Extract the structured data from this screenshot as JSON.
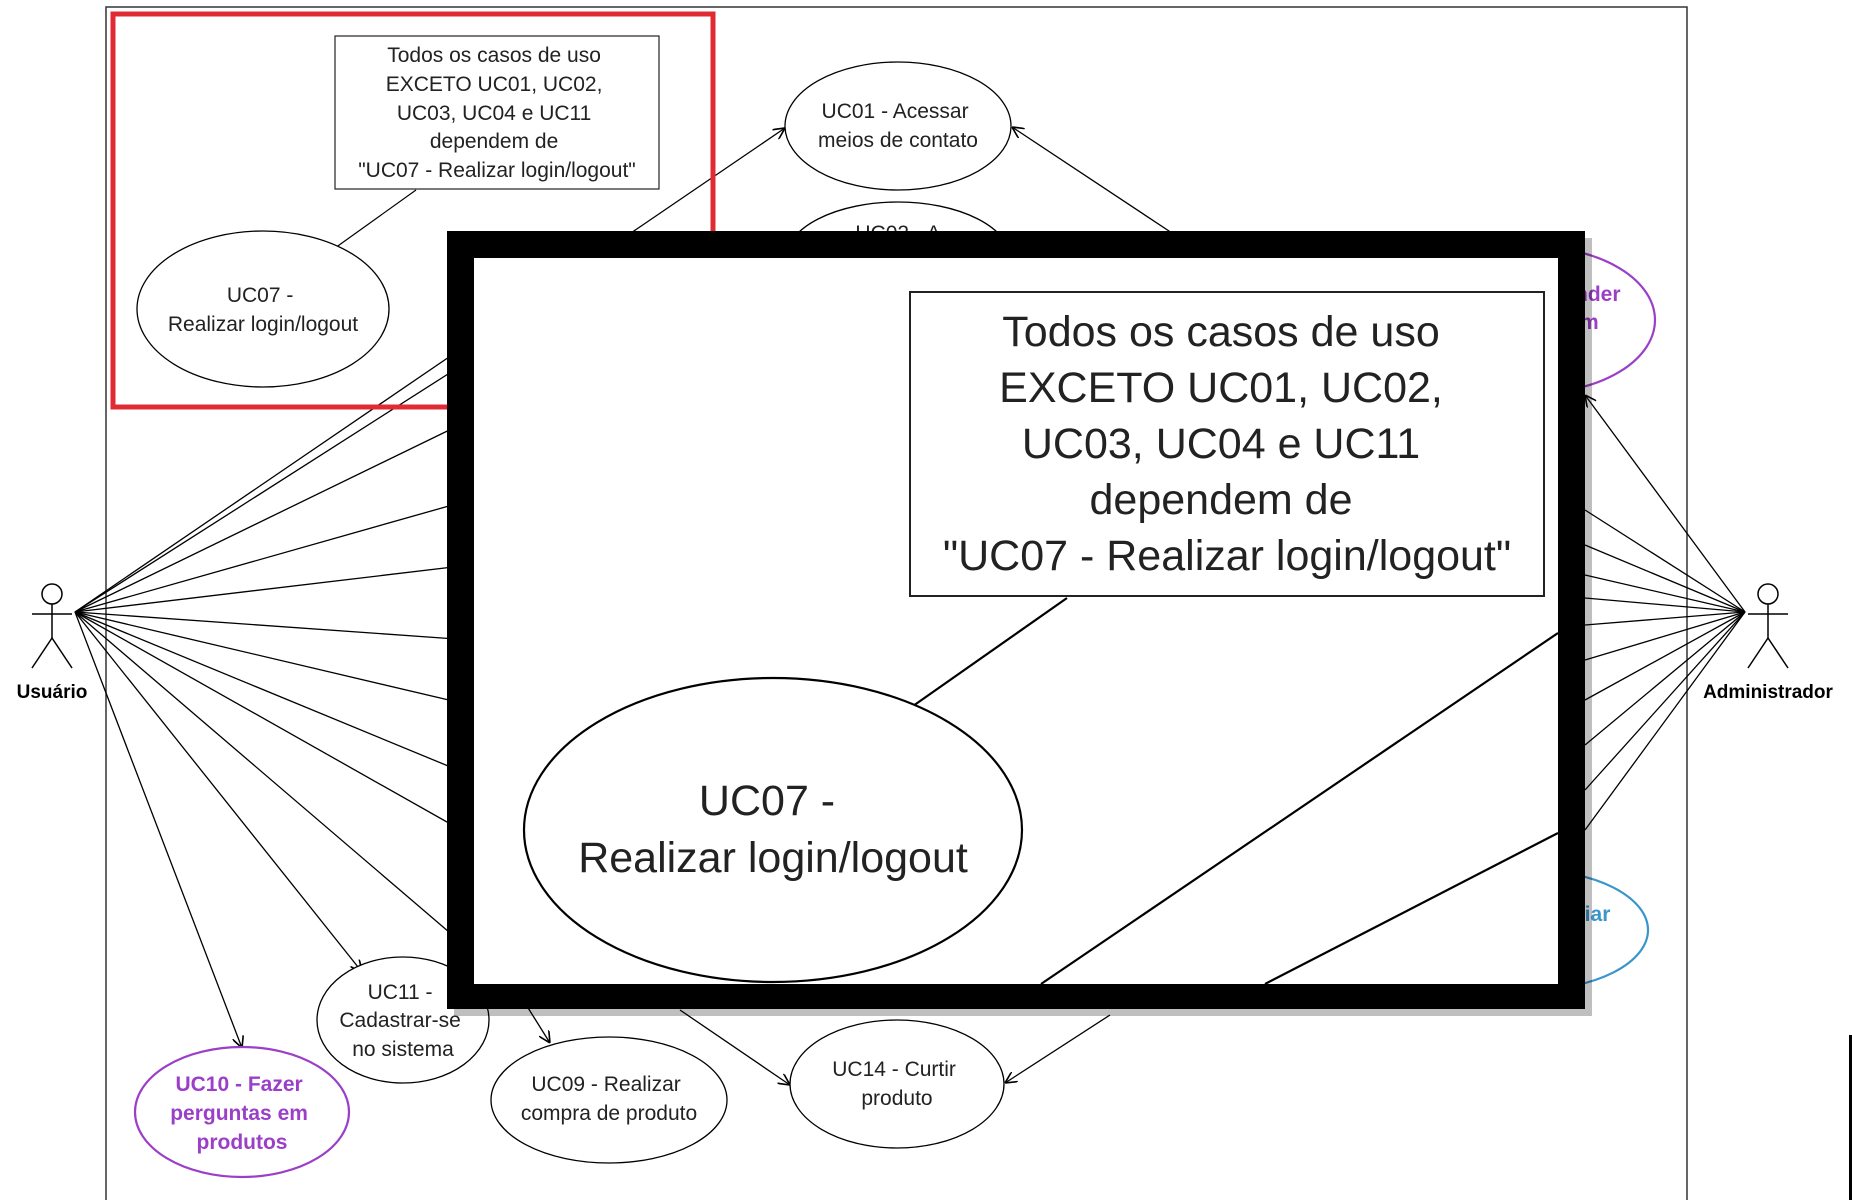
{
  "actors": {
    "user": "Usuário",
    "admin": "Administrador"
  },
  "note": {
    "lines": [
      "Todos os casos de uso",
      "EXCETO UC01, UC02,",
      "UC03, UC04 e UC11",
      "dependem de",
      "\"UC07 - Realizar login/logout\""
    ]
  },
  "use_cases": {
    "uc07": [
      "UC07 -",
      "Realizar login/logout"
    ],
    "uc01": [
      "UC01 - Acessar",
      "meios de contato"
    ],
    "uc02_partial": "UC02 - A",
    "uc11": [
      "UC11 -",
      "Cadastrar-se",
      "no sistema"
    ],
    "uc10": [
      "UC10 -  Fazer",
      "perguntas em",
      "produtos"
    ],
    "uc09": [
      "UC09 - Realizar",
      "compra de produto"
    ],
    "uc14": [
      "UC14 - Curtir",
      "produto"
    ],
    "right_top_partial": [
      "nder",
      "m"
    ],
    "right_mid_partial": "ciar"
  },
  "zoom": {
    "note_lines": [
      "Todos os casos de uso",
      "EXCETO UC01, UC02,",
      "UC03, UC04 e UC11",
      "dependem de",
      "\"UC07 - Realizar login/logout\""
    ],
    "uc07_lines": [
      "UC07 -",
      "Realizar login/logout"
    ]
  },
  "colors": {
    "highlight": "#e02b35",
    "purple": "#9b3fc9",
    "blue": "#3a95cc",
    "line": "#000000",
    "zoom_frame": "#000000"
  }
}
